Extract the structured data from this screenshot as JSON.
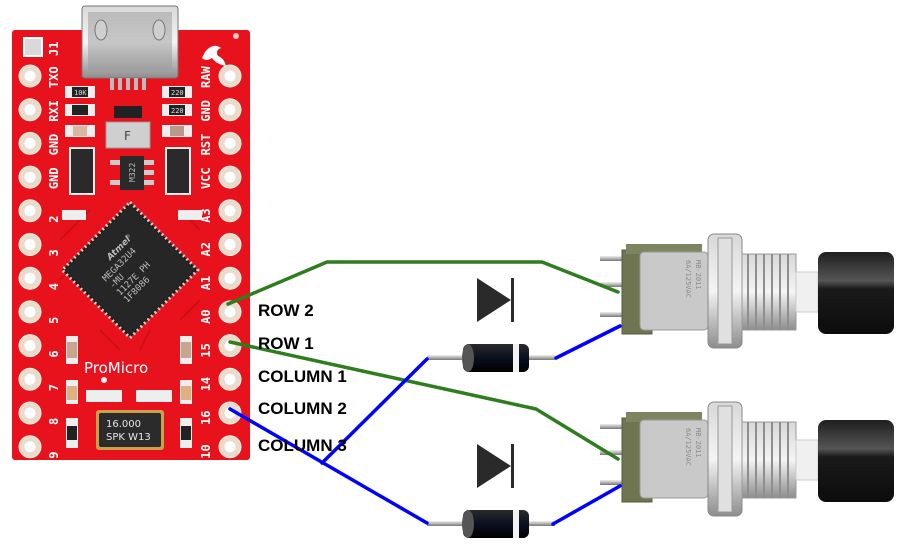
{
  "title": "Pro Micro 2x2 button matrix wiring diagram",
  "board": {
    "name": "ProMicro",
    "mcu_lines": [
      "MEGA32U4",
      "-MU",
      "1127E PH",
      "1F8086"
    ],
    "mcu_brand": "Atmel",
    "crystal_lines": [
      "16.000",
      "SPK W13"
    ],
    "regulator_label": "M322",
    "inductor_label": "F",
    "header_label": "J1",
    "left_pins": [
      "TXO",
      "RXI",
      "GND",
      "GND",
      "2",
      "3",
      "4",
      "5",
      "6",
      "7",
      "8",
      "9"
    ],
    "right_pins": [
      "RAW",
      "GND",
      "RST",
      "VCC",
      "A3",
      "A2",
      "A1",
      "A0",
      "15",
      "14",
      "16",
      "10"
    ],
    "resistor_labels": [
      "10K",
      "220",
      "220"
    ],
    "board_color": "#e8121c"
  },
  "labels": {
    "row2": "ROW 2",
    "row1": "ROW 1",
    "col1": "COLUMN 1",
    "col2": "COLUMN 2",
    "col3": "COLUMN 3"
  },
  "switches": [
    {
      "model": "MB-2011",
      "rating": "6A/125VAC"
    },
    {
      "model": "MB-2011",
      "rating": "6A/125VAC"
    }
  ],
  "diodes": [
    {
      "symbol": "diode-symbol"
    },
    {
      "symbol": "diode-symbol"
    }
  ],
  "wires": {
    "row_color": "#2e7d1e",
    "column_color": "#0000ff"
  }
}
